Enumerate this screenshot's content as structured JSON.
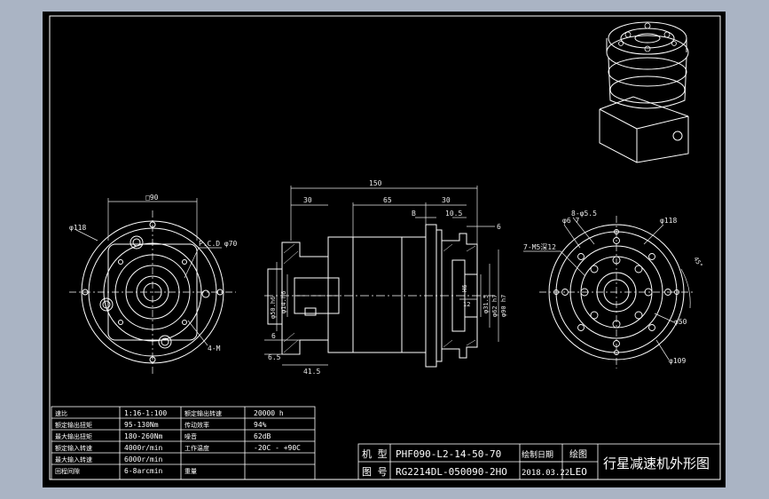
{
  "drawing": {
    "title_block": {
      "model": "PHF090-L2-14-50-70",
      "part_no": "RG2214DL-050090-2HO",
      "label_design": "机 型",
      "label_drawing_no": "图 号",
      "label_made_by": "绘图",
      "label_date": "绘制日期",
      "date": "2018.03.22",
      "drawer": "LEO",
      "title": "行星减速机外形图"
    },
    "spec_table": {
      "rows": [
        {
          "label_a": "速比",
          "value_a": "1:16-1:100",
          "label_b": "额定输出转速",
          "value_b": "20000 h"
        },
        {
          "label_a": "额定输出扭矩",
          "value_a": "95-130Nm",
          "label_b": "传动效率",
          "value_b": "94%"
        },
        {
          "label_a": "最大输出扭矩",
          "value_a": "180-260Nm",
          "label_b": "噪音",
          "value_b": "62dB"
        },
        {
          "label_a": "额定输入转速",
          "value_a": "4000r/min",
          "label_b": "工作温度",
          "value_b": "-20C - +90C"
        },
        {
          "label_a": "最大输入转速",
          "value_a": "6000r/min",
          "label_b": "",
          "value_b": ""
        },
        {
          "label_a": "回程间隙",
          "value_a": "6-8arcmin",
          "label_b": "重量",
          "value_b": ""
        }
      ]
    },
    "front_view": {
      "dim_square": "□90",
      "dim_outer": "φ118",
      "dim_pcd": "P.C.D φ70",
      "dim_holes": "4-M"
    },
    "side_view": {
      "dim_total": "150",
      "dim_left": "30",
      "dim_mid": "65",
      "dim_right": "30",
      "dim_b": "B",
      "dim_105": "10.5",
      "dim_6_top": "6",
      "dim_50": "φ50.h6",
      "dim_14": "φ14.h6",
      "dim_6_left": "6",
      "dim_65_left": "6.5",
      "dim_415": "41.5",
      "dim_h6": "H6",
      "dim_12": "12",
      "dim_315": "φ31.5",
      "dim_62": "φ62 h7",
      "dim_90": "φ90 h7"
    },
    "rear_view": {
      "dim_855": "8-φ5.5",
      "dim_67": "φ6 7",
      "dim_118": "φ118",
      "dim_7m": "7-M5深12",
      "dim_45": "45°",
      "dim_50": "φ50",
      "dim_109": "φ109"
    },
    "colors": {
      "background": "#000000",
      "frame": "#aab4c4",
      "line": "#ffffff",
      "dim": "#e8e8e8",
      "hidden": "#c8c8c8"
    }
  }
}
